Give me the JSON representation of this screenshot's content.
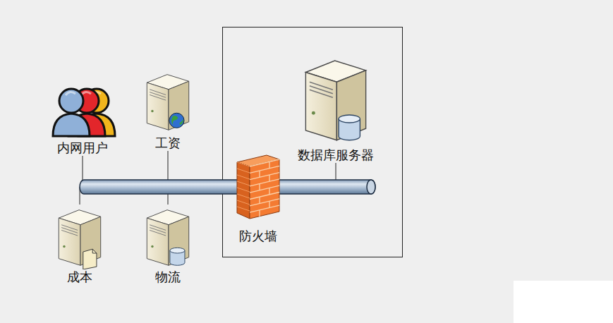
{
  "diagram": {
    "nodes": [
      {
        "text": [
          "内网用户"
        ]
      },
      {
        "text": [
          "工资"
        ]
      },
      {
        "text": [
          "数据库服务器"
        ]
      },
      {
        "text": [
          "防火墙"
        ]
      },
      {
        "text": [
          "成本"
        ]
      },
      {
        "text": [
          "物流"
        ]
      }
    ],
    "edges": [
      {
        "from": 0,
        "to": 3,
        "arrow": "none"
      },
      {
        "from": 1,
        "to": 3,
        "arrow": "none"
      },
      {
        "from": 4,
        "to": 3,
        "arrow": "none"
      },
      {
        "from": 5,
        "to": 3,
        "arrow": "none"
      },
      {
        "from": 3,
        "to": 2,
        "arrow": "none"
      }
    ]
  }
}
